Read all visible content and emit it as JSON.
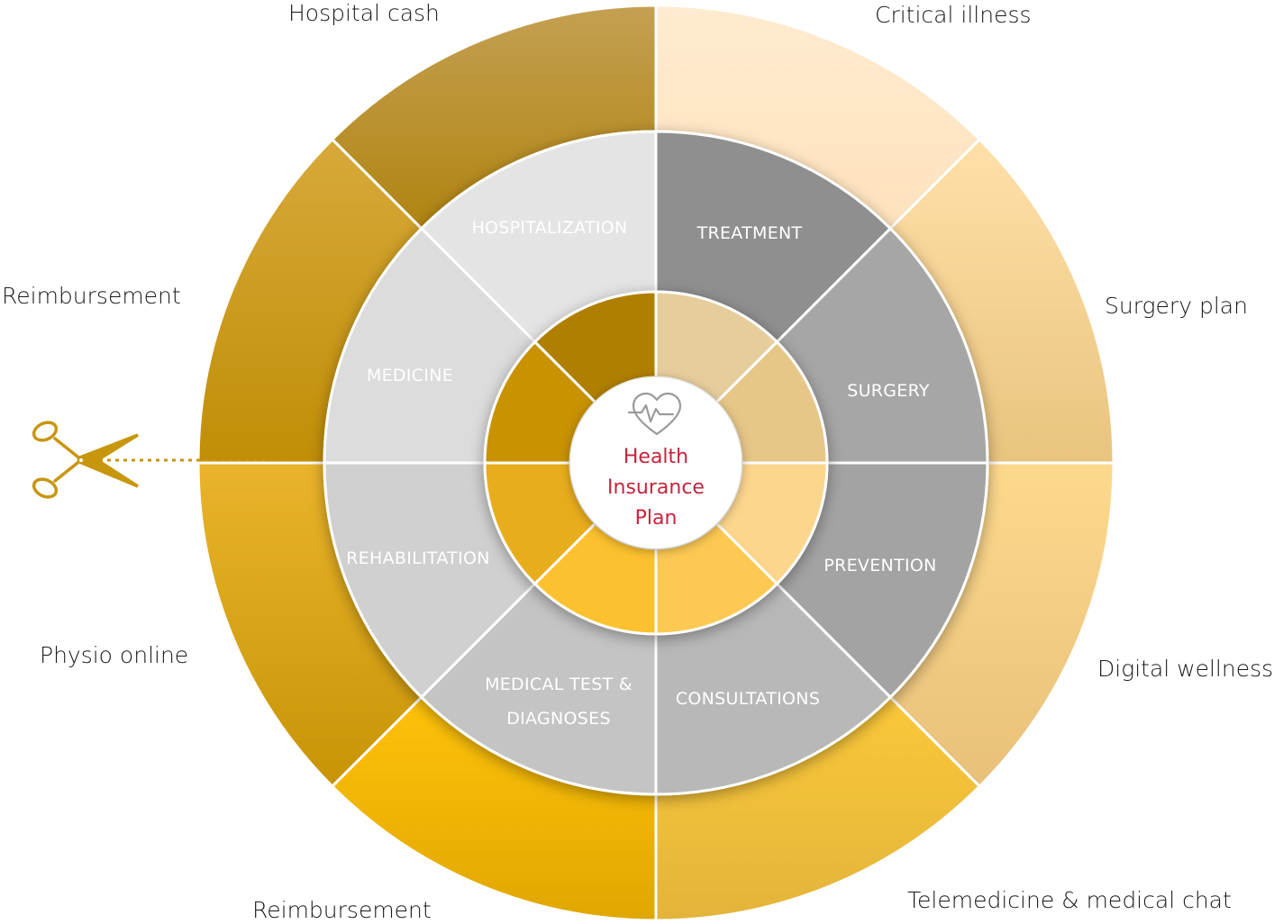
{
  "center": {
    "lines": [
      "Health",
      "Insurance",
      "Plan"
    ]
  },
  "mid_labels": {
    "hospitalization": "HOSPITALIZATION",
    "treatment": "TREATMENT",
    "medicine": "MEDICINE",
    "surgery": "SURGERY",
    "rehabilitation": "REHABILITATION",
    "prevention": "PREVENTION",
    "medical_test_line1": "MEDICAL TEST &",
    "medical_test_line2": "DIAGNOSES",
    "consultations": "CONSULTATIONS"
  },
  "outer_labels": {
    "hospital_cash": "Hospital cash",
    "critical_illness": "Critical illness",
    "reimbursement_left": "Reimbursement",
    "surgery_plan": "Surgery plan",
    "physio_online": "Physio online",
    "digital_wellness": "Digital wellness",
    "reimbursement_bottom": "Reimbursement",
    "telemedicine": "Telemedicine & medical chat"
  },
  "icons": {
    "center": "heart-pulse-icon",
    "cut": "scissors-icon"
  },
  "colors": {
    "gold_dark": "#b48a08",
    "gold": "#e3a800",
    "gold_bright": "#f5be0a",
    "peach_light": "#ffe8c6",
    "peach": "#fdd98f",
    "grey_dark": "#8f8f8f",
    "grey_mid": "#a6a6a6",
    "grey_light": "#e3e3e3",
    "center_text": "#c4253c"
  }
}
